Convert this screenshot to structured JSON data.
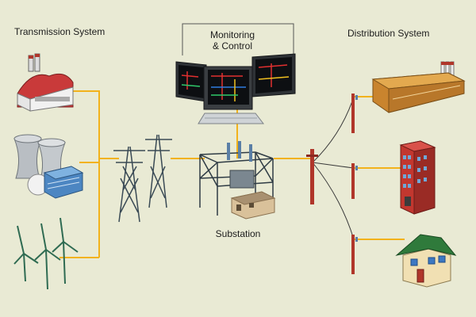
{
  "labels": {
    "transmission": "Transmission System",
    "monitoring_line1": "Monitoring",
    "monitoring_line2": "& Control",
    "substation": "Substation",
    "distribution": "Distribution System"
  },
  "colors": {
    "background": "#e9ead4",
    "power_line": "#f2b21b",
    "pole": "#b0362a",
    "tower": "#3a4a55"
  }
}
